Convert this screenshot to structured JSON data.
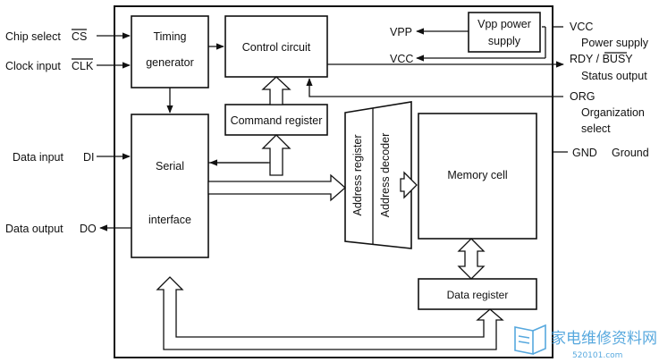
{
  "pins": {
    "chip_select": "Chip select",
    "cs": "CS",
    "clock_input": "Clock input",
    "clk": "CLK",
    "data_input": "Data input",
    "di": "DI",
    "data_output": "Data output",
    "do": "DO",
    "vpp": "VPP",
    "vcc_inner": "VCC",
    "vcc": "VCC",
    "power_supply": "Power supply",
    "rdy_busy_prefix": "RDY / ",
    "busy": "BUSY",
    "status_output": "Status output",
    "org": "ORG",
    "organization": "Organization",
    "select": "select",
    "gnd": "GND",
    "ground": "Ground"
  },
  "blocks": {
    "timing_line1": "Timing",
    "timing_line2": "generator",
    "control": "Control circuit",
    "vpp_line1": "Vpp power",
    "vpp_line2": "supply",
    "command": "Command register",
    "serial_line1": "Serial",
    "serial_line2": "interface",
    "address_register": "Address register",
    "address_decoder": "Address decoder",
    "memory": "Memory cell",
    "data_register": "Data register"
  },
  "watermark": {
    "chinese": "家电维修资料网",
    "url": "520101.com"
  },
  "colors": {
    "line": "#111111",
    "background": "#ffffff",
    "watermark": "#3a9ad9"
  }
}
